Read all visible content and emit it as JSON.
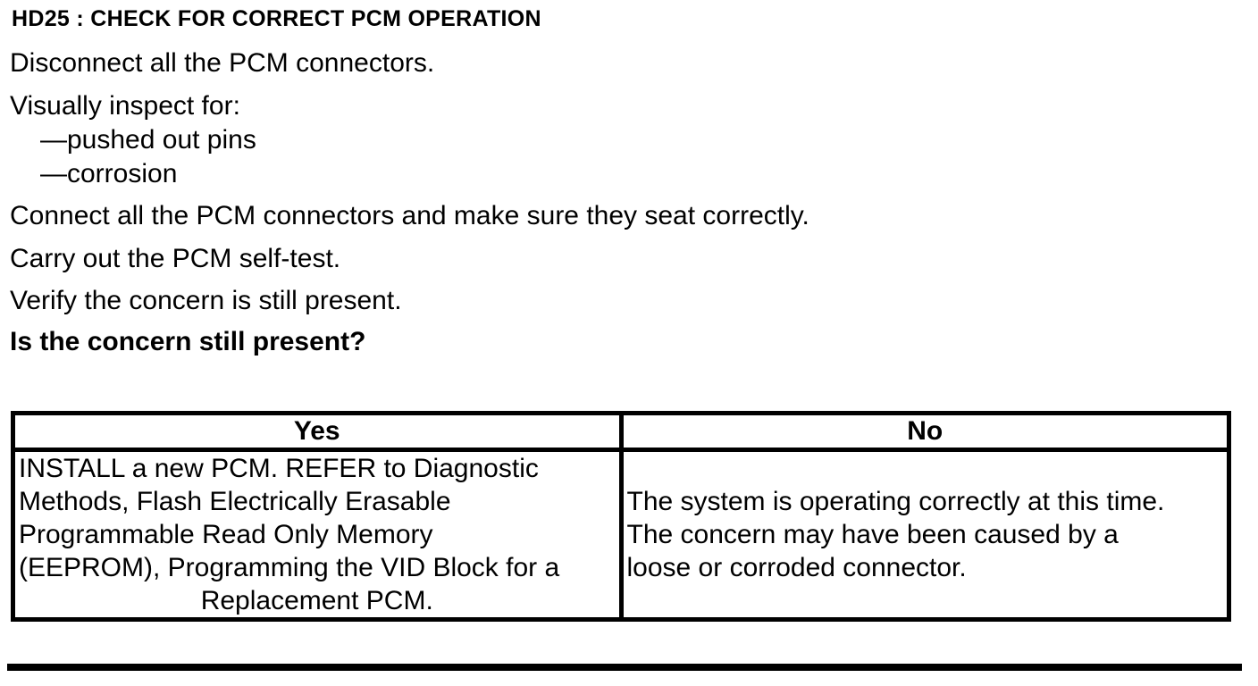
{
  "doc": {
    "title": "HD25 : CHECK FOR CORRECT PCM OPERATION",
    "steps": [
      "Disconnect all the PCM connectors.",
      "Visually inspect for:",
      "—pushed out pins",
      "—corrosion",
      "Connect all the PCM connectors and make sure they seat correctly.",
      "Carry out the PCM self-test.",
      "Verify the concern is still present."
    ],
    "question": "Is the concern still present?"
  },
  "results_table": {
    "headers": [
      "Yes",
      "No"
    ],
    "yes_action_lines": [
      "INSTALL a new PCM. REFER to Diagnostic",
      "Methods, Flash Electrically Erasable",
      "Programmable Read Only Memory",
      "(EEPROM), Programming the VID Block for a",
      "Replacement PCM."
    ],
    "no_action_lines": [
      "The system is operating correctly at this time.",
      "The concern may have been caused by a",
      "loose or corroded connector."
    ]
  },
  "colors": {
    "text": "#000000",
    "background": "#ffffff",
    "border": "#000000"
  }
}
